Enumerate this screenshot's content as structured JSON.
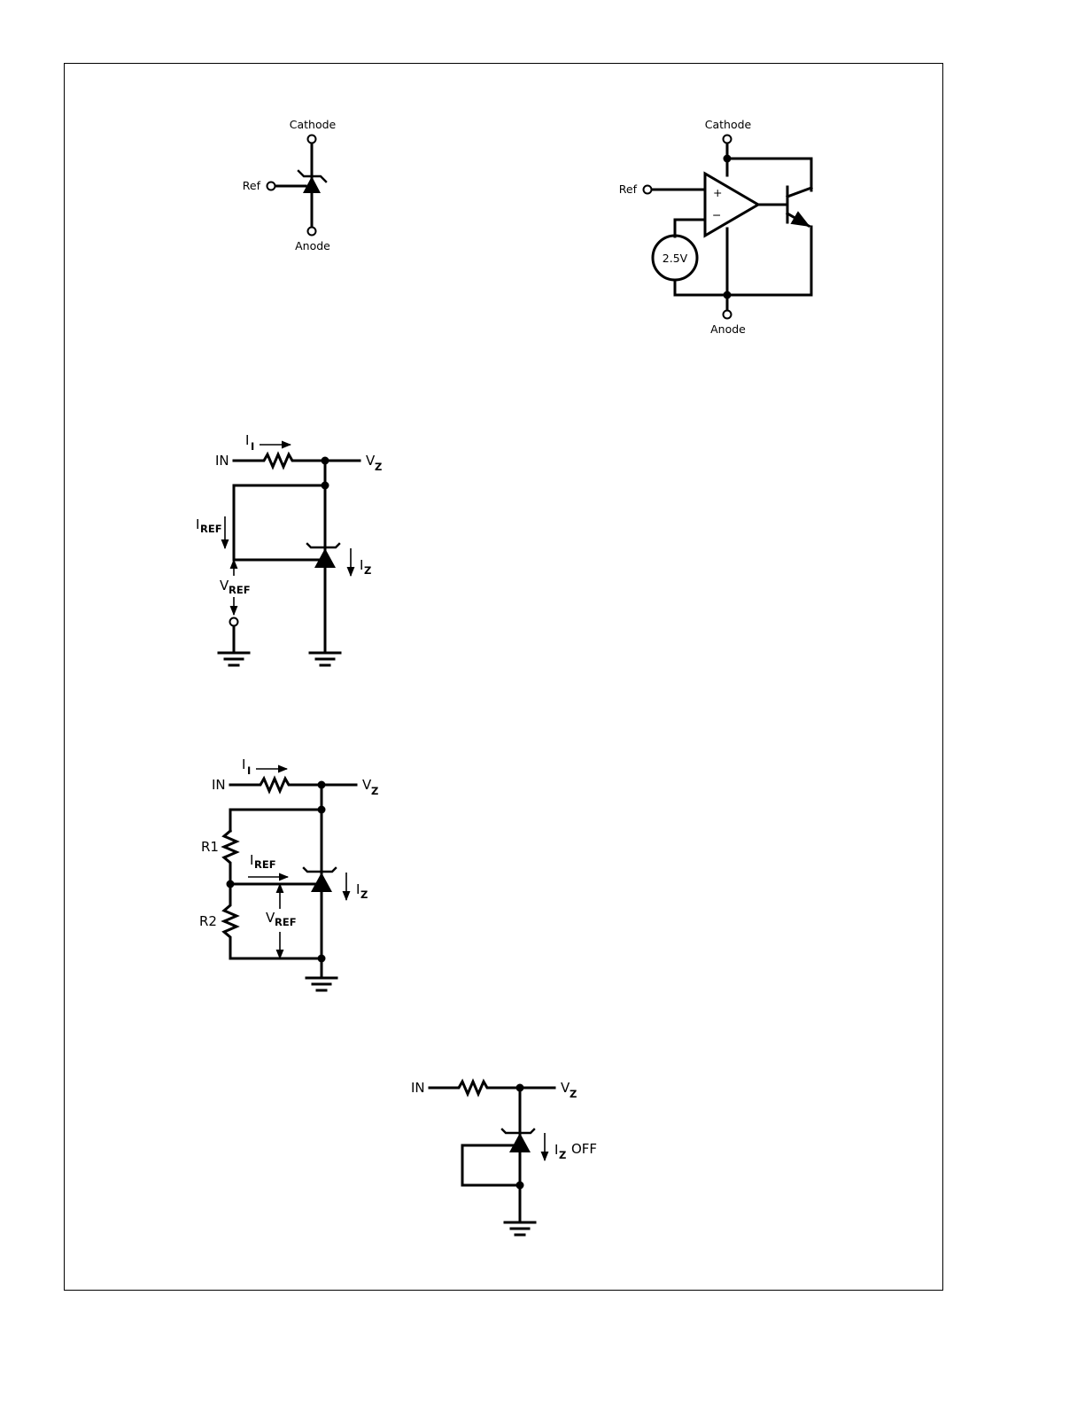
{
  "symbol": {
    "cathode": "Cathode",
    "ref": "Ref",
    "anode": "Anode"
  },
  "block": {
    "cathode": "Cathode",
    "ref": "Ref",
    "anode": "Anode",
    "plus": "+",
    "minus": "−",
    "source": "2.5V"
  },
  "circuit1": {
    "in": "IN",
    "ii_main": "I",
    "ii_sub": "I",
    "vz_main": "V",
    "vz_sub": "Z",
    "iref_main": "I",
    "iref_sub": "REF",
    "vref_main": "V",
    "vref_sub": "REF",
    "iz_main": "I",
    "iz_sub": "Z"
  },
  "circuit2": {
    "in": "IN",
    "ii_main": "I",
    "ii_sub": "I",
    "vz_main": "V",
    "vz_sub": "Z",
    "r1": "R1",
    "r2": "R2",
    "iref_main": "I",
    "iref_sub": "REF",
    "vref_main": "V",
    "vref_sub": "REF",
    "iz_main": "I",
    "iz_sub": "Z"
  },
  "circuit3": {
    "in": "IN",
    "vz_main": "V",
    "vz_sub": "Z",
    "iz_main": "I",
    "iz_sub": "Z",
    "off": "OFF"
  }
}
